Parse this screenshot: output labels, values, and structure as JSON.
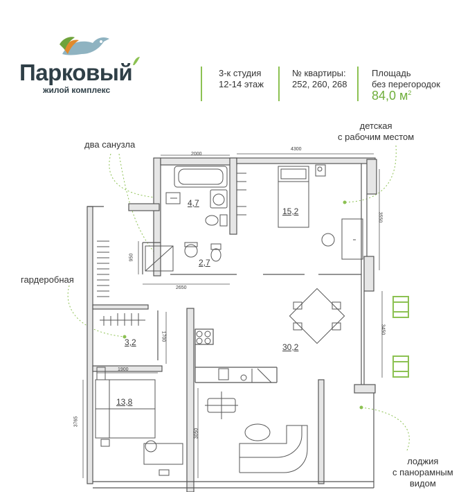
{
  "brand": {
    "name": "Парковый",
    "subtitle": "жилой комплекс"
  },
  "info": {
    "type_line1": "3-к студия",
    "type_line2": "12-14 этаж",
    "apt_label": "№ квартиры:",
    "apt_numbers": "252, 260, 268",
    "area_label1": "Площадь",
    "area_label2": "без перегородок",
    "area_value": "84,0 м",
    "area_unit_sup": "2"
  },
  "callouts": {
    "bathrooms": "два санузла",
    "wardrobe": "гардеробная",
    "kids_line1": "детская",
    "kids_line2": "с рабочим местом",
    "loggia_line1": "лоджия",
    "loggia_line2": "с панорамным",
    "loggia_line3": "видом"
  },
  "rooms": {
    "bath_large": "4,7",
    "bath_small": "2,7",
    "kids_room": "15,2",
    "wardrobe": "3,2",
    "living": "30,2",
    "bedroom": "13,8"
  },
  "dimensions": {
    "d2000": "2000",
    "d4300": "4300",
    "d3550": "3550",
    "d950": "950",
    "d2650": "2650",
    "d3450": "3450",
    "d1700": "1700",
    "d1900": "1900",
    "d3765": "3765",
    "d3050": "3050"
  },
  "colors": {
    "accent_green": "#8cc152",
    "brand_blue": "#7fa6b5",
    "brand_dark": "#2f3f47",
    "wall": "#555555"
  }
}
